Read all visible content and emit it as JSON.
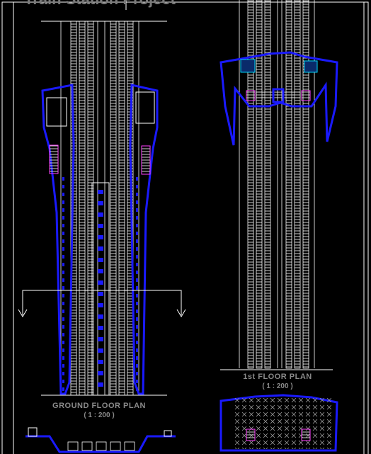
{
  "drawing": {
    "title": "Train Station Project",
    "colors": {
      "background": "#000000",
      "linework": "#ffffff",
      "walls": "#1a1aff",
      "label": "#8a8a8a",
      "accent_cyan": "#00d8ff",
      "accent_magenta": "#ff40ff"
    }
  },
  "ground_floor": {
    "name": "GROUND FLOOR PLAN",
    "scale": "( 1 : 200 )"
  },
  "first_floor": {
    "name": "1st FLOOR PLAN",
    "scale": "( 1 : 200 )"
  }
}
